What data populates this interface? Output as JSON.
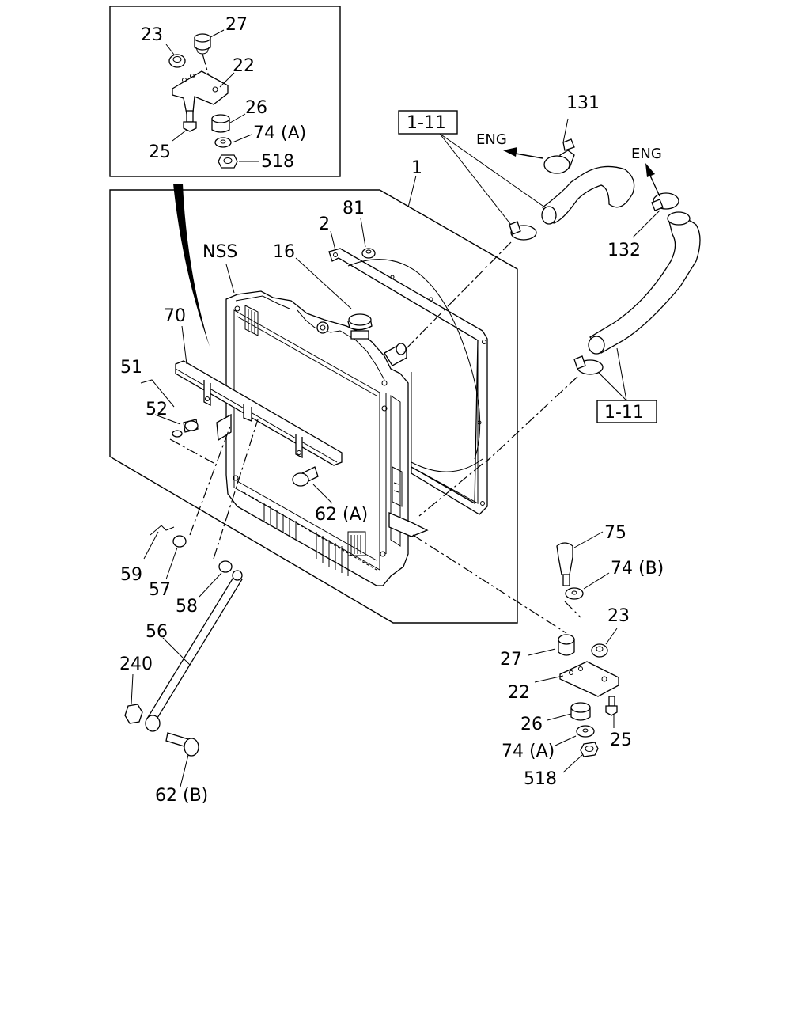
{
  "diagram": {
    "labels": {
      "p1": "1",
      "p2": "2",
      "p16": "16",
      "p22_top": "22",
      "p22_bot": "22",
      "p23_top": "23",
      "p23_bot": "23",
      "p25_top": "25",
      "p25_bot": "25",
      "p26_top": "26",
      "p26_bot": "26",
      "p27_top": "27",
      "p27_bot": "27",
      "p51": "51",
      "p52": "52",
      "p56": "56",
      "p57": "57",
      "p58": "58",
      "p59": "59",
      "p62a": "62 (A)",
      "p62b": "62 (B)",
      "p70": "70",
      "p74a_top": "74 (A)",
      "p74a_bot": "74 (A)",
      "p74b": "74 (B)",
      "p75": "75",
      "p81": "81",
      "p131": "131",
      "p132": "132",
      "p240": "240",
      "p518_top": "518",
      "p518_bot": "518",
      "nss": "NSS",
      "eng_left": "ENG",
      "eng_right": "ENG",
      "ref_top": "1-11",
      "ref_bottom": "1-11"
    }
  }
}
